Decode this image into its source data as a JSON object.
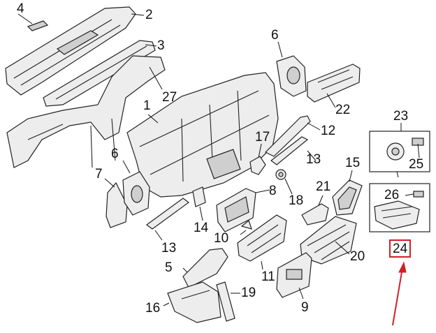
{
  "diagram": {
    "callouts": [
      {
        "id": "c4",
        "label": "4"
      },
      {
        "id": "c2",
        "label": "2"
      },
      {
        "id": "c3",
        "label": "3"
      },
      {
        "id": "c27",
        "label": "27"
      },
      {
        "id": "c1",
        "label": "1"
      },
      {
        "id": "c6a",
        "label": "6"
      },
      {
        "id": "c22",
        "label": "22"
      },
      {
        "id": "c12",
        "label": "12"
      },
      {
        "id": "c17",
        "label": "17"
      },
      {
        "id": "c13a",
        "label": "13"
      },
      {
        "id": "c23",
        "label": "23"
      },
      {
        "id": "c25",
        "label": "25"
      },
      {
        "id": "c15",
        "label": "15"
      },
      {
        "id": "c6b",
        "label": "6"
      },
      {
        "id": "c7",
        "label": "7"
      },
      {
        "id": "c18",
        "label": "18"
      },
      {
        "id": "c21",
        "label": "21"
      },
      {
        "id": "c8",
        "label": "8"
      },
      {
        "id": "c26",
        "label": "26"
      },
      {
        "id": "c14",
        "label": "14"
      },
      {
        "id": "c10",
        "label": "10"
      },
      {
        "id": "c13b",
        "label": "13"
      },
      {
        "id": "c20",
        "label": "20"
      },
      {
        "id": "c24",
        "label": "24"
      },
      {
        "id": "c5",
        "label": "5"
      },
      {
        "id": "c11",
        "label": "11"
      },
      {
        "id": "c19",
        "label": "19"
      },
      {
        "id": "c16",
        "label": "16"
      },
      {
        "id": "c9",
        "label": "9"
      }
    ],
    "highlight_color": "#d21f26",
    "line_color": "#222222",
    "highlighted_part": "24"
  }
}
